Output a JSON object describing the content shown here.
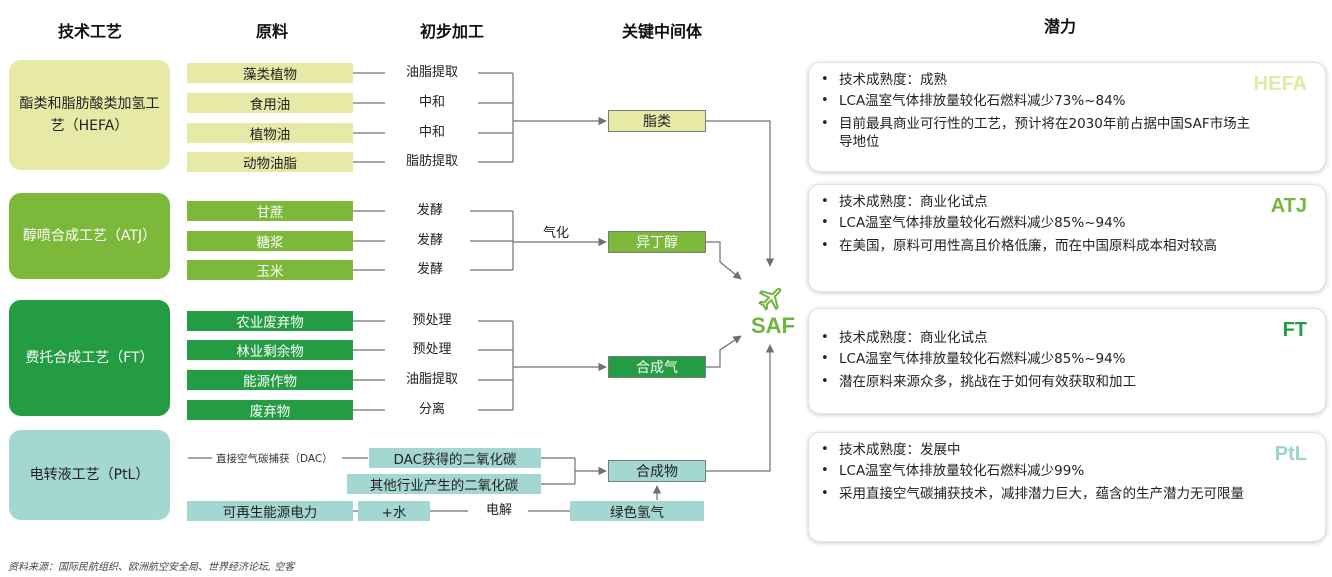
{
  "headers": {
    "tech": "技术工艺",
    "feedstock": "原料",
    "primary": "初步加工",
    "intermediate": "关键中间体",
    "potential": "潜力"
  },
  "colors": {
    "hefa": "#e6eaa6",
    "atj": "#7cb93a",
    "ft": "#249c43",
    "ptl": "#a4d7d1",
    "line": "#707070",
    "saf": "#6fb43e",
    "badge_hefa": "#e3e8a5",
    "badge_atj": "#78b63b",
    "badge_ft": "#249c43",
    "badge_ptl": "#9cd3cc"
  },
  "techs": {
    "hefa": "酯类和脂肪酸类加氢工艺（HEFA）",
    "atj": "醇喷合成工艺（ATJ）",
    "ft": "费托合成工艺（FT）",
    "ptl": "电转液工艺（PtL）"
  },
  "feedstocks": {
    "hefa": [
      "藻类植物",
      "食用油",
      "植物油",
      "动物油脂"
    ],
    "atj": [
      "甘蔗",
      "糖浆",
      "玉米"
    ],
    "ft": [
      "农业废弃物",
      "林业剩余物",
      "能源作物",
      "废弃物"
    ],
    "ptl_renewable": "可再生能源电力"
  },
  "processes": {
    "hefa": [
      "油脂提取",
      "中和",
      "中和",
      "脂肪提取"
    ],
    "atj": [
      "发酵",
      "发酵",
      "发酵"
    ],
    "ft": [
      "预处理",
      "预处理",
      "油脂提取",
      "分离"
    ],
    "gasify": "气化",
    "dac_label": "直接空气碳捕获（DAC）",
    "electrolysis": "电解"
  },
  "ptl_items": {
    "dac_co2": "DAC获得的二氧化碳",
    "other_co2": "其他行业产生的二氧化碳",
    "water": "+水",
    "green_h2": "绿色氢气"
  },
  "intermediates": {
    "hefa": "脂类",
    "atj": "异丁醇",
    "ft": "合成气",
    "ptl": "合成物"
  },
  "saf": {
    "label": "SAF",
    "icon": "airplane-icon"
  },
  "potential": {
    "hefa": {
      "badge": "HEFA",
      "bullets": [
        "技术成熟度：成熟",
        "LCA温室气体排放量较化石燃料减少73%~84%",
        "目前最具商业可行性的工艺，预计将在2030年前占据中国SAF市场主导地位"
      ]
    },
    "atj": {
      "badge": "ATJ",
      "bullets": [
        "技术成熟度：商业化试点",
        "LCA温室气体排放量较化石燃料减少85%~94%",
        "在美国，原料可用性高且价格低廉，而在中国原料成本相对较高"
      ]
    },
    "ft": {
      "badge": "FT",
      "bullets": [
        "技术成熟度：商业化试点",
        "LCA温室气体排放量较化石燃料减少85%~94%",
        "潜在原料来源众多，挑战在于如何有效获取和加工"
      ]
    },
    "ptl": {
      "badge": "PtL",
      "bullets": [
        "技术成熟度：发展中",
        "LCA温室气体排放量较化石燃料减少99%",
        "采用直接空气碳捕获技术，减排潜力巨大，蕴含的生产潜力无可限量"
      ]
    }
  },
  "source": "资料来源：国际民航组织、欧洲航空安全局、世界经济论坛, 空客"
}
